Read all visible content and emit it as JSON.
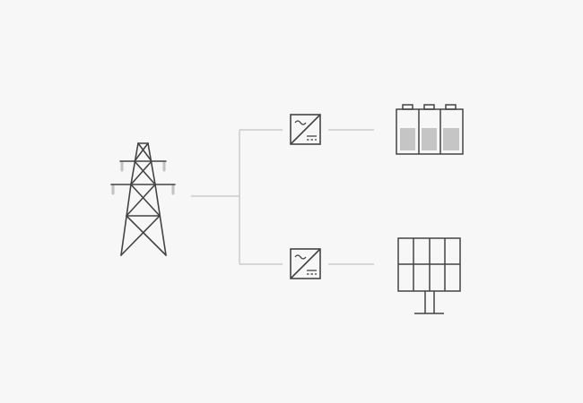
{
  "diagram": {
    "colors": {
      "background": "#f7f7f7",
      "stroke": "#444444",
      "connector": "#cccccc",
      "insulator": "#c2c2c2",
      "battery_fill": "#c5c5c5"
    },
    "nodes": [
      {
        "id": "grid",
        "icon": "transmission-tower-icon"
      },
      {
        "id": "inverter-top",
        "icon": "inverter-icon"
      },
      {
        "id": "inverter-bottom",
        "icon": "inverter-icon"
      },
      {
        "id": "battery",
        "icon": "battery-pack-icon",
        "cells": 3
      },
      {
        "id": "solar",
        "icon": "solar-panel-icon",
        "grid_columns": 4,
        "grid_rows": 2
      }
    ],
    "connections": [
      {
        "from": "grid",
        "to": "inverter-top"
      },
      {
        "from": "grid",
        "to": "inverter-bottom"
      },
      {
        "from": "inverter-top",
        "to": "battery"
      },
      {
        "from": "inverter-bottom",
        "to": "solar"
      }
    ]
  }
}
